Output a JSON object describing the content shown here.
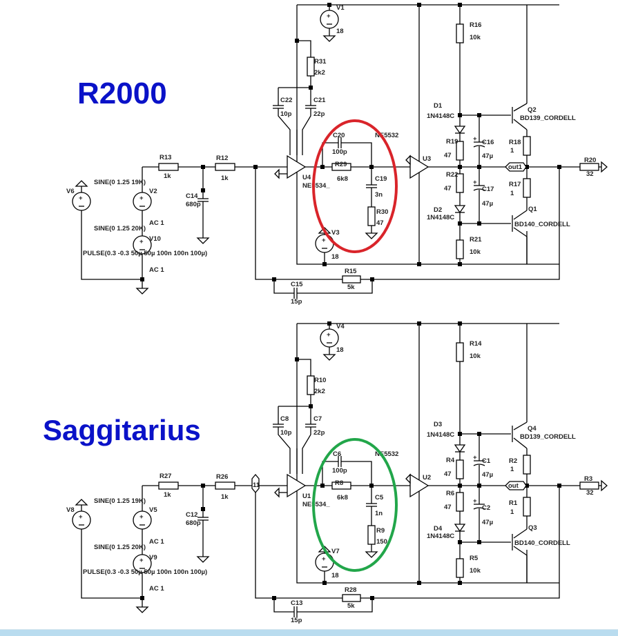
{
  "titles": {
    "top": "R2000",
    "bottom": "Saggitarius"
  },
  "highlight_colors": {
    "top": "#d9242a",
    "bottom": "#22a64a"
  },
  "circuits": [
    {
      "name": "R2000",
      "opamp_in": {
        "ref": "U4",
        "model": "NE5534_"
      },
      "opamp_out": {
        "ref": "U3",
        "model": "NE5532"
      },
      "supply_pos": {
        "ref": "V1",
        "value": "18"
      },
      "supply_neg": {
        "ref": "V3",
        "value": "18"
      },
      "source_main": {
        "ref": "V6"
      },
      "source_a": {
        "ref": "V2",
        "spec": "SINE(0 1.25 19K)",
        "ac": "AC 1"
      },
      "source_b": {
        "ref": "V10",
        "spec": "SINE(0 1.25 20K)",
        "pulse": "PULSE(0.3 -0.3 50µ 50µ 100n 100n 100µ)",
        "ac": "AC 1"
      },
      "r_in1": {
        "ref": "R13",
        "value": "1k"
      },
      "r_in2": {
        "ref": "R12",
        "value": "1k"
      },
      "c_in": {
        "ref": "C14",
        "value": "680p"
      },
      "r_supply": {
        "ref": "R31",
        "value": "2k2"
      },
      "c_comp1": {
        "ref": "C22",
        "value": "10p"
      },
      "c_comp2": {
        "ref": "C21",
        "value": "22p"
      },
      "c_fb": {
        "ref": "C20",
        "value": "100p"
      },
      "r_series": {
        "ref": "R29",
        "value": "6k8"
      },
      "c_zobel": {
        "ref": "C19",
        "value": "3n"
      },
      "r_zobel": {
        "ref": "R30",
        "value": "47"
      },
      "r_bias_top": {
        "ref": "R16",
        "value": "10k"
      },
      "r_bias_bot": {
        "ref": "R21",
        "value": "10k"
      },
      "d_top": {
        "ref": "D1",
        "model": "1N4148C"
      },
      "d_bot": {
        "ref": "D2",
        "model": "1N4148C"
      },
      "r_mid_top": {
        "ref": "R19",
        "value": "47"
      },
      "r_mid_bot": {
        "ref": "R22",
        "value": "47"
      },
      "c_top": {
        "ref": "C16",
        "value": "47µ"
      },
      "c_bot": {
        "ref": "C17",
        "value": "47µ"
      },
      "q_top": {
        "ref": "Q2",
        "model": "BD139_CORDELL"
      },
      "q_bot": {
        "ref": "Q1",
        "model": "BD140_CORDELL"
      },
      "r_em_top": {
        "ref": "R18",
        "value": "1"
      },
      "r_em_bot": {
        "ref": "R17",
        "value": "1"
      },
      "out_label": "out1",
      "r_load": {
        "ref": "R20",
        "value": "32"
      },
      "r_fb": {
        "ref": "R15",
        "value": "5k"
      },
      "c_fb2": {
        "ref": "C15",
        "value": "15p"
      },
      "in_label": ""
    },
    {
      "name": "Saggitarius",
      "opamp_in": {
        "ref": "U1",
        "model": "NE5534_"
      },
      "opamp_out": {
        "ref": "U2",
        "model": "NE5532"
      },
      "supply_pos": {
        "ref": "V4",
        "value": "18"
      },
      "supply_neg": {
        "ref": "V7",
        "value": "18"
      },
      "source_main": {
        "ref": "V8"
      },
      "source_a": {
        "ref": "V5",
        "spec": "SINE(0 1.25 19K)",
        "ac": "AC 1"
      },
      "source_b": {
        "ref": "V9",
        "spec": "SINE(0 1.25 20K)",
        "pulse": "PULSE(0.3 -0.3 50µ 50µ 100n 100n 100µ)",
        "ac": "AC 1"
      },
      "r_in1": {
        "ref": "R27",
        "value": "1k"
      },
      "r_in2": {
        "ref": "R26",
        "value": "1k"
      },
      "c_in": {
        "ref": "C12",
        "value": "680p"
      },
      "r_supply": {
        "ref": "R10",
        "value": "2k2"
      },
      "c_comp1": {
        "ref": "C8",
        "value": "10p"
      },
      "c_comp2": {
        "ref": "C7",
        "value": "22p"
      },
      "c_fb": {
        "ref": "C6",
        "value": "100p"
      },
      "r_series": {
        "ref": "R8",
        "value": "6k8"
      },
      "c_zobel": {
        "ref": "C5",
        "value": "1n"
      },
      "r_zobel": {
        "ref": "R9",
        "value": "150"
      },
      "r_bias_top": {
        "ref": "R14",
        "value": "10k"
      },
      "r_bias_bot": {
        "ref": "R5",
        "value": "10k"
      },
      "d_top": {
        "ref": "D3",
        "model": "1N4148C"
      },
      "d_bot": {
        "ref": "D4",
        "model": "1N4148C"
      },
      "r_mid_top": {
        "ref": "R4",
        "value": "47"
      },
      "r_mid_bot": {
        "ref": "R6",
        "value": "47"
      },
      "c_top": {
        "ref": "C1",
        "value": "47µ"
      },
      "c_bot": {
        "ref": "C2",
        "value": "47µ"
      },
      "q_top": {
        "ref": "Q4",
        "model": "BD139_CORDELL"
      },
      "q_bot": {
        "ref": "Q3",
        "model": "BD140_CORDELL"
      },
      "r_em_top": {
        "ref": "R2",
        "value": "1"
      },
      "r_em_bot": {
        "ref": "R1",
        "value": "1"
      },
      "out_label": "out",
      "r_load": {
        "ref": "R3",
        "value": "32"
      },
      "r_fb": {
        "ref": "R28",
        "value": "5k"
      },
      "c_fb2": {
        "ref": "C13",
        "value": "15p"
      },
      "in_label": "11"
    }
  ]
}
